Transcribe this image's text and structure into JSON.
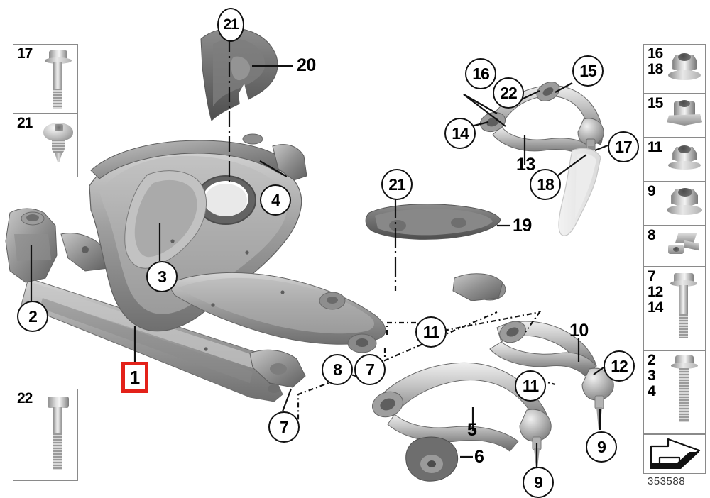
{
  "diagram": {
    "number": "353588",
    "background_color": "#ffffff",
    "highlight_color": "#e32119",
    "line_color": "#111111"
  },
  "left_sidebar": {
    "boxes": [
      {
        "id": "box-17",
        "numbers": [
          "17"
        ],
        "art": "hex-flange-bolt-long"
      },
      {
        "id": "box-21",
        "numbers": [
          "21"
        ],
        "art": "round-head-expansion-rivet"
      },
      {
        "id": "box-22",
        "numbers": [
          "22"
        ],
        "art": "hex-bolt-long"
      }
    ]
  },
  "right_sidebar": {
    "boxes": [
      {
        "id": "box-16-18",
        "numbers": [
          "16",
          "18"
        ],
        "art": "flange-nut"
      },
      {
        "id": "box-15",
        "numbers": [
          "15"
        ],
        "art": "nut-with-bracket"
      },
      {
        "id": "box-11",
        "numbers": [
          "11"
        ],
        "art": "hex-flange-nut"
      },
      {
        "id": "box-9",
        "numbers": [
          "9"
        ],
        "art": "hex-flange-nut-large"
      },
      {
        "id": "box-8",
        "numbers": [
          "8"
        ],
        "art": "cable-clamp-bracket"
      },
      {
        "id": "box-7-12-14",
        "numbers": [
          "7",
          "12",
          "14"
        ],
        "art": "hex-flange-bolt"
      },
      {
        "id": "box-2-3-4",
        "numbers": [
          "2",
          "3",
          "4"
        ],
        "art": "hex-flange-bolt-threaded"
      },
      {
        "id": "box-arrow",
        "numbers": [],
        "art": "direction-arrow"
      }
    ]
  },
  "callouts": [
    {
      "id": "c-21-top",
      "label": "21",
      "style": "ellipse"
    },
    {
      "id": "c-20",
      "label": "20",
      "style": "plain"
    },
    {
      "id": "c-16",
      "label": "16",
      "style": "circle"
    },
    {
      "id": "c-15",
      "label": "15",
      "style": "circle"
    },
    {
      "id": "c-22",
      "label": "22",
      "style": "circle"
    },
    {
      "id": "c-14",
      "label": "14",
      "style": "circle"
    },
    {
      "id": "c-13",
      "label": "13",
      "style": "plain"
    },
    {
      "id": "c-17",
      "label": "17",
      "style": "circle"
    },
    {
      "id": "c-18",
      "label": "18",
      "style": "circle"
    },
    {
      "id": "c-4",
      "label": "4",
      "style": "circle"
    },
    {
      "id": "c-3",
      "label": "3",
      "style": "circle"
    },
    {
      "id": "c-2",
      "label": "2",
      "style": "circle"
    },
    {
      "id": "c-21-mid",
      "label": "21",
      "style": "circle"
    },
    {
      "id": "c-19",
      "label": "19",
      "style": "plain"
    },
    {
      "id": "c-1",
      "label": "1",
      "style": "boxed-highlight"
    },
    {
      "id": "c-11-upper",
      "label": "11",
      "style": "circle"
    },
    {
      "id": "c-8",
      "label": "8",
      "style": "circle"
    },
    {
      "id": "c-7-mid",
      "label": "7",
      "style": "circle"
    },
    {
      "id": "c-7-bottom",
      "label": "7",
      "style": "circle"
    },
    {
      "id": "c-11-lower",
      "label": "11",
      "style": "circle"
    },
    {
      "id": "c-10",
      "label": "10",
      "style": "plain"
    },
    {
      "id": "c-12",
      "label": "12",
      "style": "circle"
    },
    {
      "id": "c-5",
      "label": "5",
      "style": "plain"
    },
    {
      "id": "c-6",
      "label": "6",
      "style": "plain"
    },
    {
      "id": "c-9-left",
      "label": "9",
      "style": "circle"
    },
    {
      "id": "c-9-right",
      "label": "9",
      "style": "circle"
    }
  ],
  "components": [
    {
      "id": "front-axle-subframe",
      "callout": "1"
    },
    {
      "id": "subframe-reinforcement",
      "callout": "3"
    },
    {
      "id": "upper-control-arm",
      "callout": "13"
    },
    {
      "id": "tension-strut",
      "callout": "5"
    },
    {
      "id": "lower-control-arm",
      "callout": "10"
    },
    {
      "id": "hydro-bushing",
      "callout": "6"
    },
    {
      "id": "underbody-shield-left",
      "callout": "20"
    },
    {
      "id": "underbody-shield-right",
      "callout": "19"
    },
    {
      "id": "steering-knuckle",
      "callout": "18"
    }
  ]
}
